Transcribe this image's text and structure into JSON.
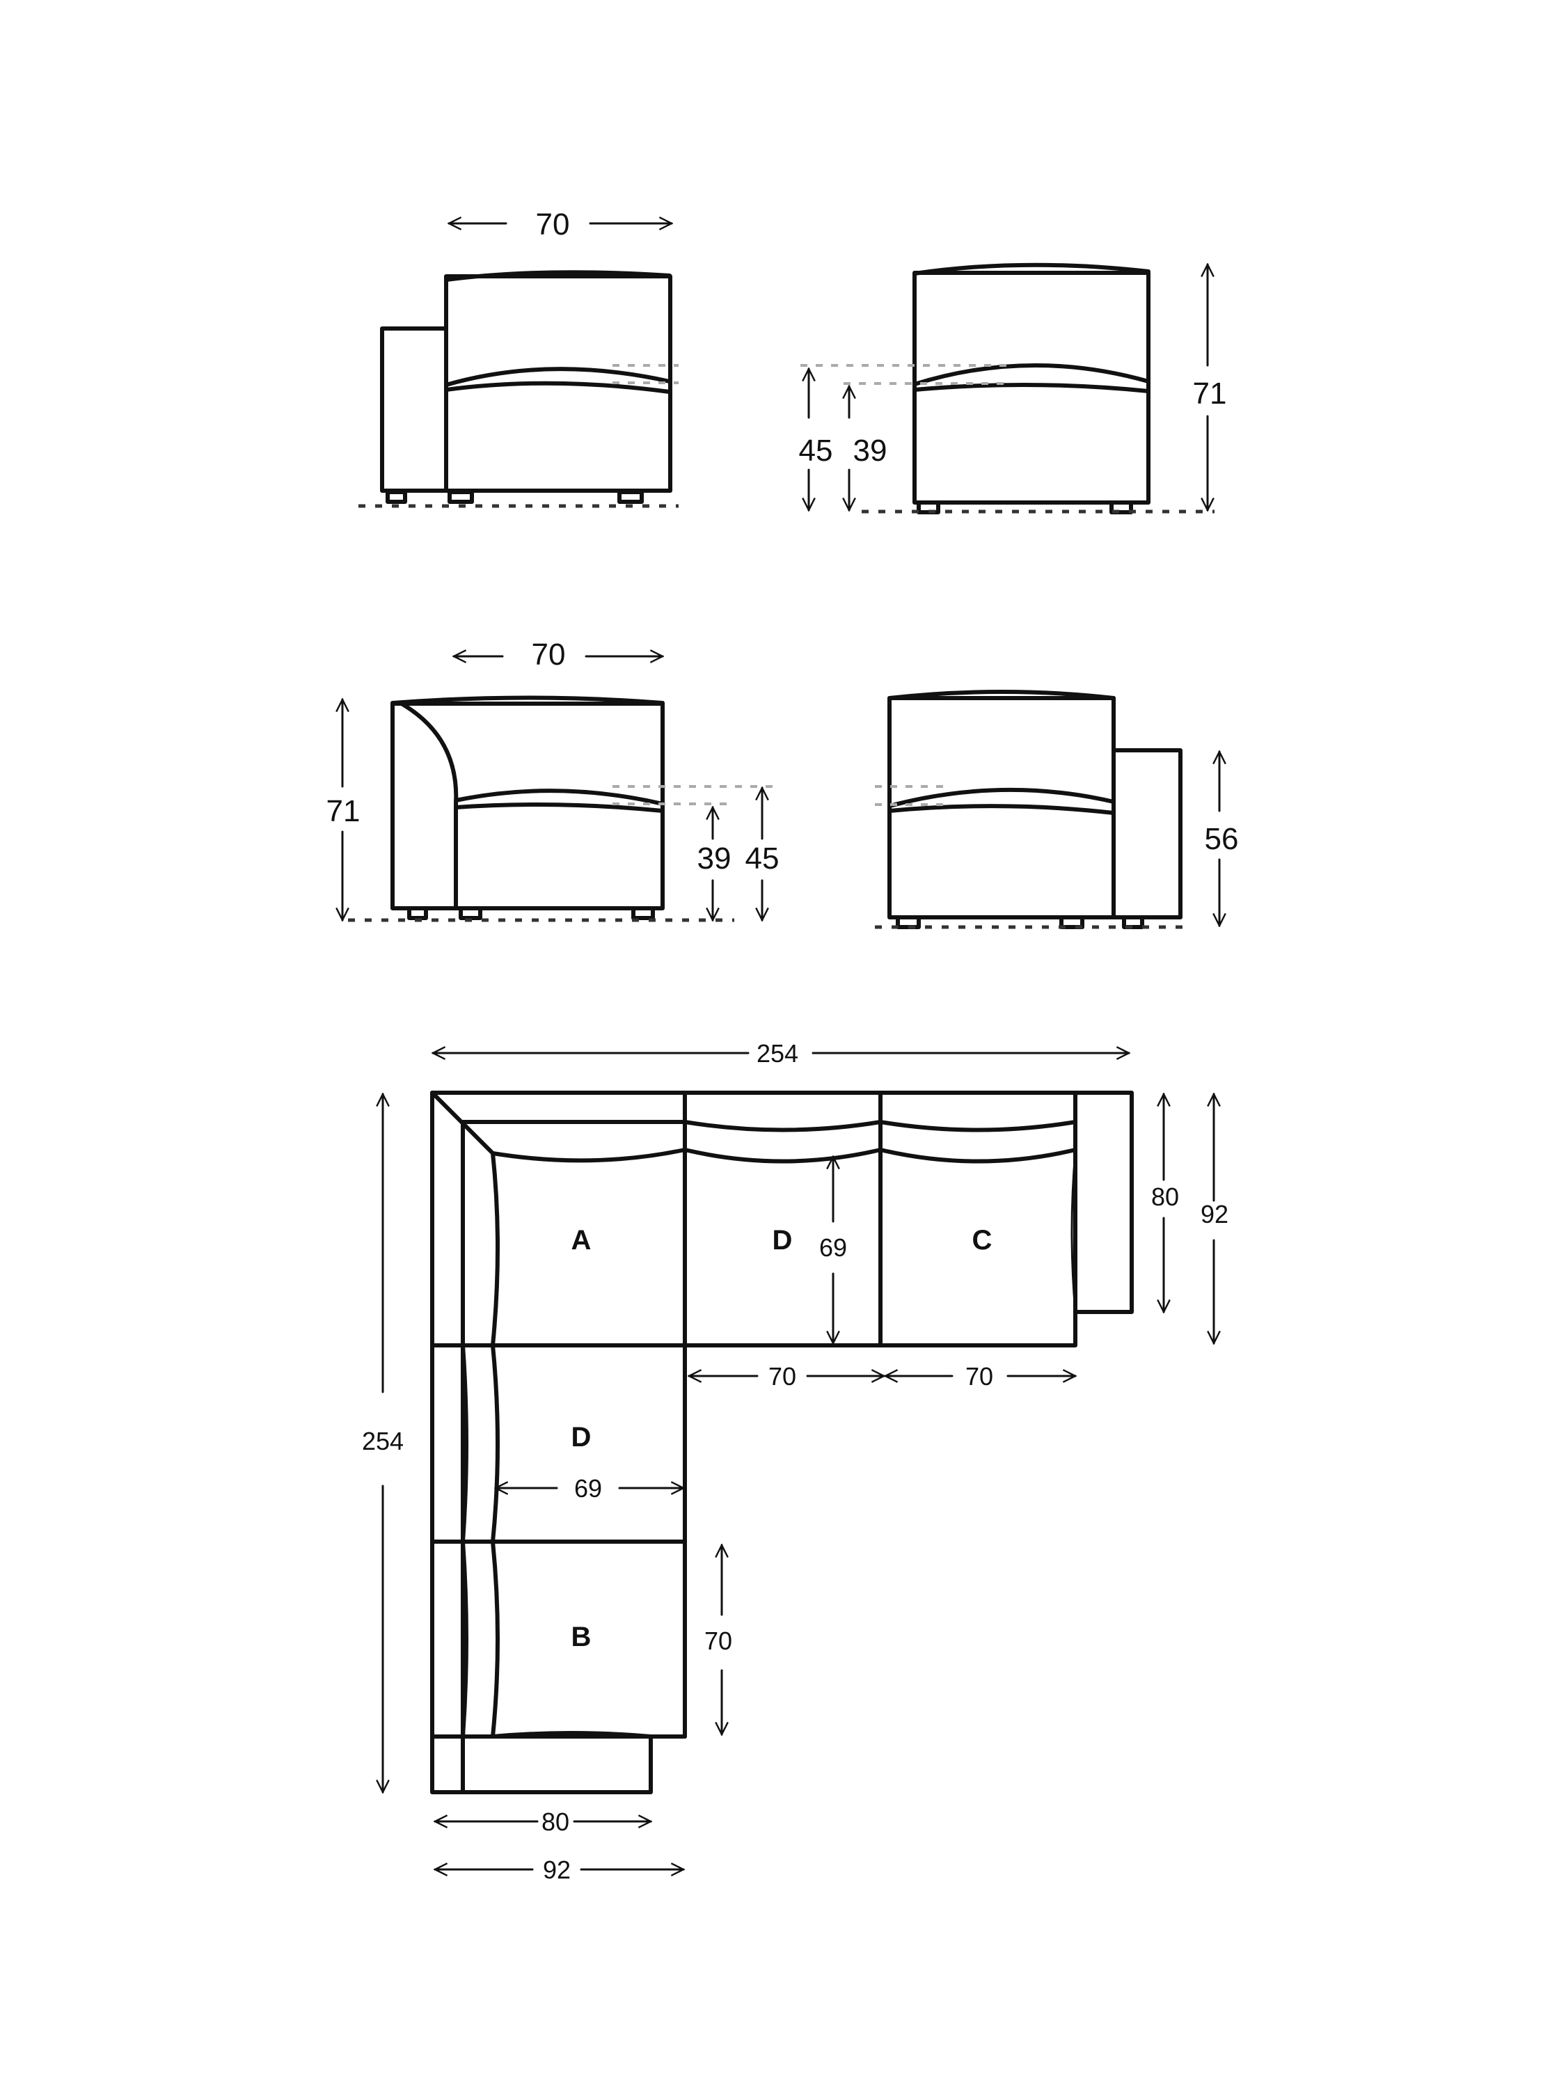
{
  "views": {
    "left_arm_module": {
      "width_label": "70"
    },
    "armless_module": {
      "seat_height_label": "45",
      "seat_depth_height_label": "39",
      "total_height_label": "71"
    },
    "corner_module": {
      "width_label": "70",
      "height_label": "71",
      "seat_inner_label": "39",
      "seat_height_label": "45"
    },
    "right_arm_module": {
      "arm_height_label": "56"
    }
  },
  "plan": {
    "total_width_label": "254",
    "total_depth_label": "254",
    "module_labels": {
      "a": "A",
      "d_top": "D",
      "c": "C",
      "d_left": "D",
      "b": "B"
    },
    "seat_depth_label": "69",
    "seat_width_left_label": "69",
    "module_width_1": "70",
    "module_width_2": "70",
    "module_width_b": "70",
    "right_depth_80": "80",
    "right_depth_92": "92",
    "bottom_width_80": "80",
    "bottom_width_92": "92"
  }
}
